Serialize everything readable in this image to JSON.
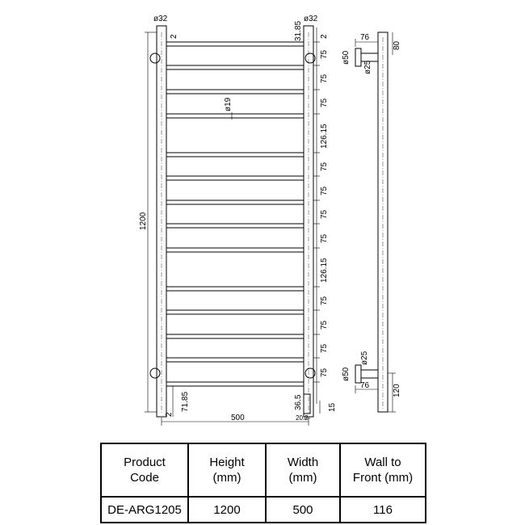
{
  "drawing": {
    "labels": {
      "tube_dia_left": "ø32",
      "tube_dia_right": "ø32",
      "top_offset": "31.85",
      "top_gap_left": "2",
      "top_gap_right": "2",
      "bar_dia": "ø19",
      "spacing": [
        "75",
        "75",
        "75",
        "126.15",
        "75",
        "75",
        "75",
        "75",
        "126.15",
        "75",
        "75",
        "75",
        "75"
      ],
      "total_height": "1200",
      "bottom_offset": "71.85",
      "bottom_gap": "2",
      "total_width": "500",
      "foot_height": "36.5",
      "foot_width": "20.2",
      "foot_gap": "15",
      "top_bracket_depth": "76",
      "top_bracket_height": "80",
      "top_flange_dia": "ø50",
      "top_pin_dia": "ø25",
      "bottom_pin_dia": "ø25",
      "bottom_flange_dia": "ø50",
      "bottom_bracket_depth": "76",
      "bottom_bracket_height": "120"
    }
  },
  "table": {
    "headers": [
      "Product\nCode",
      "Height\n(mm)",
      "Width\n(mm)",
      "Wall to\nFront (mm)"
    ],
    "row": [
      "DE-ARG1205",
      "1200",
      "500",
      "116"
    ]
  }
}
